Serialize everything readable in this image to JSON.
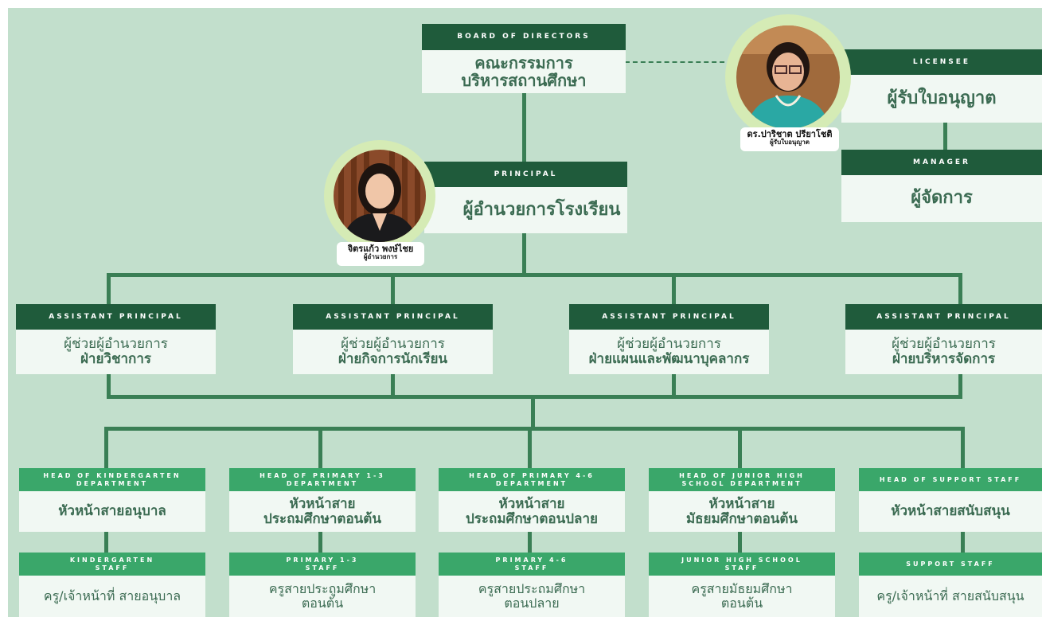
{
  "board": {
    "title_en": "BOARD OF DIRECTORS",
    "title_th_1": "คณะกรรมการ",
    "title_th_2": "บริหารสถานศึกษา"
  },
  "licensee": {
    "title_en": "LICENSEE",
    "title_th": "ผู้รับใบอนุญาต",
    "person_name": "ดร.ปาริชาต ปรียาโชติ",
    "person_role": "ผู้รับใบอนุญาต"
  },
  "manager": {
    "title_en": "MANAGER",
    "title_th": "ผู้จัดการ"
  },
  "principal": {
    "title_en": "PRINCIPAL",
    "title_th": "ผู้อำนวยการโรงเรียน",
    "person_name": "จิตรแก้ว พงษ์ไชย",
    "person_role": "ผู้อำนวยการ"
  },
  "assistants": [
    {
      "title_en": "ASSISTANT PRINCIPAL",
      "line1": "ผู้ช่วยผู้อำนวยการ",
      "line2": "ฝ่ายวิชาการ"
    },
    {
      "title_en": "ASSISTANT PRINCIPAL",
      "line1": "ผู้ช่วยผู้อำนวยการ",
      "line2": "ฝ่ายกิจการนักเรียน"
    },
    {
      "title_en": "ASSISTANT PRINCIPAL",
      "line1": "ผู้ช่วยผู้อำนวยการ",
      "line2": "ฝ่ายแผนและพัฒนาบุคลากร"
    },
    {
      "title_en": "ASSISTANT PRINCIPAL",
      "line1": "ผู้ช่วยผู้อำนวยการ",
      "line2": "ฝ่ายบริหารจัดการ"
    }
  ],
  "heads": [
    {
      "en_1": "HEAD OF KINDERGARTEN",
      "en_2": "DEPARTMENT",
      "th_1": "หัวหน้าสายอนุบาล",
      "th_2": ""
    },
    {
      "en_1": "HEAD OF PRIMARY 1-3",
      "en_2": "DEPARTMENT",
      "th_1": "หัวหน้าสาย",
      "th_2": "ประถมศึกษาตอนต้น"
    },
    {
      "en_1": "HEAD OF PRIMARY 4-6",
      "en_2": "DEPARTMENT",
      "th_1": "หัวหน้าสาย",
      "th_2": "ประถมศึกษาตอนปลาย"
    },
    {
      "en_1": "HEAD OF JUNIOR HIGH",
      "en_2": "SCHOOL DEPARTMENT",
      "th_1": "หัวหน้าสาย",
      "th_2": "มัธยมศึกษาตอนต้น"
    },
    {
      "en_1": "HEAD OF SUPPORT STAFF",
      "en_2": "",
      "th_1": "หัวหน้าสายสนับสนุน",
      "th_2": ""
    }
  ],
  "staff": [
    {
      "en_1": "KINDERGARTEN",
      "en_2": "STAFF",
      "th_1": "ครู/เจ้าหน้าที่ สายอนุบาล",
      "th_2": ""
    },
    {
      "en_1": "PRIMARY 1-3",
      "en_2": "STAFF",
      "th_1": "ครูสายประถูมศึกษา",
      "th_2": "ตอนต้น"
    },
    {
      "en_1": "PRIMARY 4-6",
      "en_2": "STAFF",
      "th_1": "ครูสายประถมศึกษา",
      "th_2": "ตอนปลาย"
    },
    {
      "en_1": "JUNIOR HIGH SCHOOL",
      "en_2": "STAFF",
      "th_1": "ครูสายมัธยมศึกษา",
      "th_2": "ตอนต้น"
    },
    {
      "en_1": "SUPPORT STAFF",
      "en_2": "",
      "th_1": "ครู/เจ้าหน้าที่ สายสนับสนุน",
      "th_2": ""
    }
  ],
  "colors": {
    "background": "#c2dfcc",
    "header_dark": "#1f5b3b",
    "header_light": "#3aa76a",
    "card_body": "#f1f8f3",
    "line": "#3a7f55",
    "photo_ring": "#d5ebb5"
  }
}
